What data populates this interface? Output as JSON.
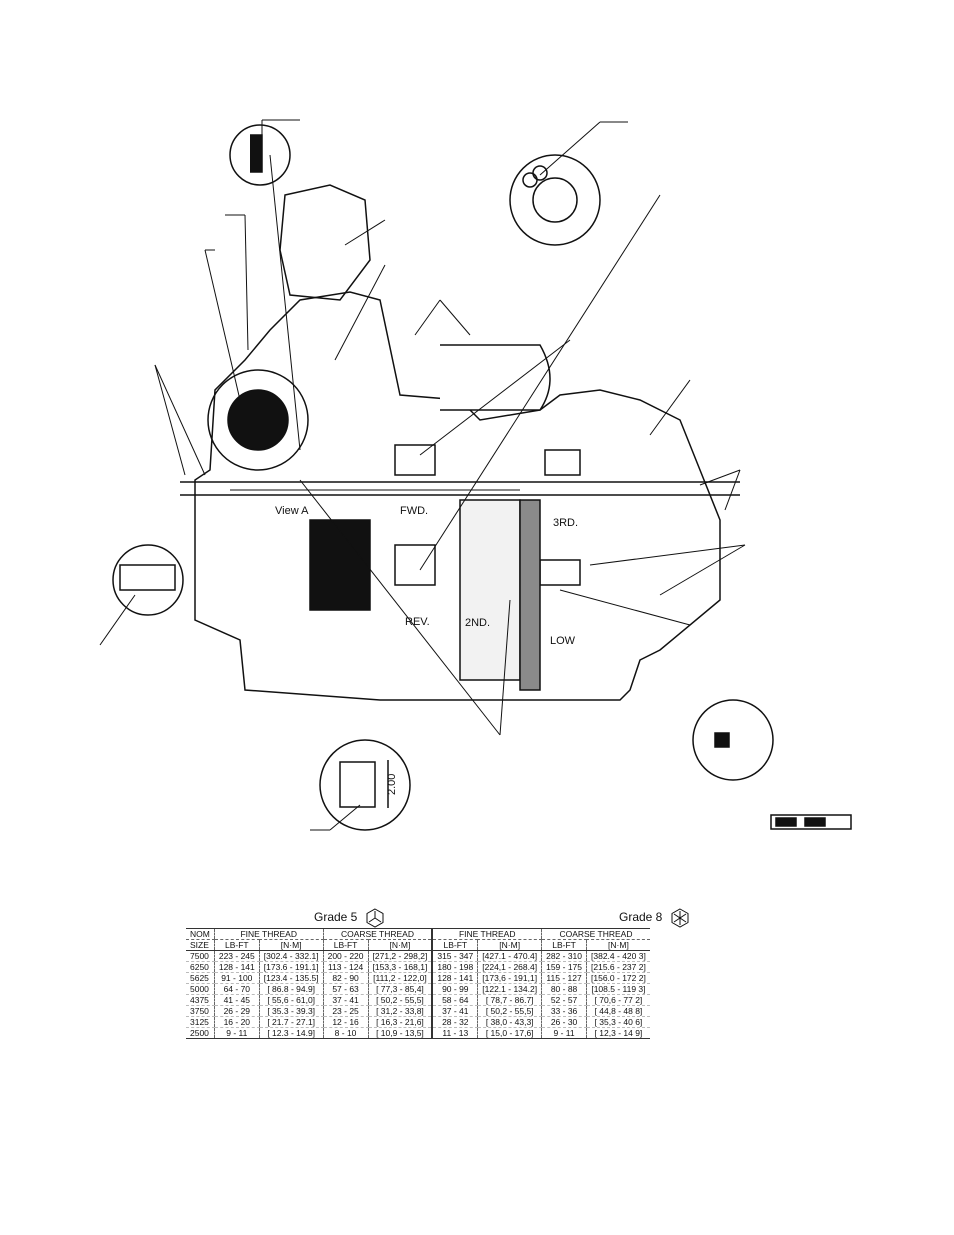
{
  "diagram": {
    "labels": {
      "view_a": "View A",
      "fwd": "FWD.",
      "second": "2ND.",
      "third": "3RD.",
      "rev": "REV.",
      "low": "LOW",
      "dim": "2.00"
    }
  },
  "grades": {
    "grade5": "Grade 5",
    "grade8": "Grade 8"
  },
  "table": {
    "group_headers": [
      "FINE THREAD",
      "COARSE THREAD",
      "FINE THREAD",
      "COARSE THREAD"
    ],
    "nom": "NOM",
    "size": "SIZE",
    "sub_headers": [
      "LB-FT",
      "[N·M]",
      "LB-FT",
      "[N·M]",
      "LB-FT",
      "[N·M]",
      "LB-FT",
      "[N·M]"
    ],
    "rows": [
      [
        "7500",
        "223 - 245",
        "[302.4 - 332.1]",
        "200 - 220",
        "[271,2 - 298,2]",
        "315 - 347",
        "[427.1 - 470.4]",
        "282 - 310",
        "[382.4 - 420 3]"
      ],
      [
        "6250",
        "128 - 141",
        "[173.6 - 191.1]",
        "113 - 124",
        "[153,3 - 168,1]",
        "180 - 198",
        "[224,1 - 268.4]",
        "159 - 175",
        "[215.6 - 237 2]"
      ],
      [
        "5625",
        "91 - 100",
        "[123.4 - 135.5]",
        "82 - 90",
        "[111,2 - 122,0]",
        "128 - 141",
        "[173,6 - 191,1]",
        "115 - 127",
        "[156.0 - 172 2]"
      ],
      [
        "5000",
        "64 - 70",
        "[ 86.8 - 94.9]",
        "57 - 63",
        "[ 77,3 - 85,4]",
        "90 - 99",
        "[122.1 - 134.2]",
        "80 - 88",
        "[108.5 - 119 3]"
      ],
      [
        "4375",
        "41 - 45",
        "[ 55,6 - 61,0]",
        "37 - 41",
        "[ 50,2 - 55,5]",
        "58 - 64",
        "[ 78,7 - 86.7]",
        "52 - 57",
        "[ 70,6 - 77 2]"
      ],
      [
        "3750",
        "26 - 29",
        "[ 35.3 - 39.3]",
        "23 - 25",
        "[ 31,2 - 33,8]",
        "37 - 41",
        "[ 50,2 - 55,5]",
        "33 - 36",
        "[ 44,8 - 48 8]"
      ],
      [
        "3125",
        "16 - 20",
        "[ 21.7 - 27.1]",
        "12 - 16",
        "[ 16,3 - 21,6]",
        "28 - 32",
        "[ 38,0 - 43,3]",
        "26 - 30",
        "[ 35,3 - 40 6]"
      ],
      [
        "2500",
        "9 - 11",
        "[ 12.3 - 14.9]",
        "8 - 10",
        "[ 10,9 - 13,5]",
        "11 - 13",
        "[ 15,0 - 17,6]",
        "9 - 11",
        "[ 12,3 - 14 9]"
      ]
    ]
  },
  "colors": {
    "ink": "#111111",
    "paper": "#ffffff",
    "shade": "#8a8a8a"
  }
}
